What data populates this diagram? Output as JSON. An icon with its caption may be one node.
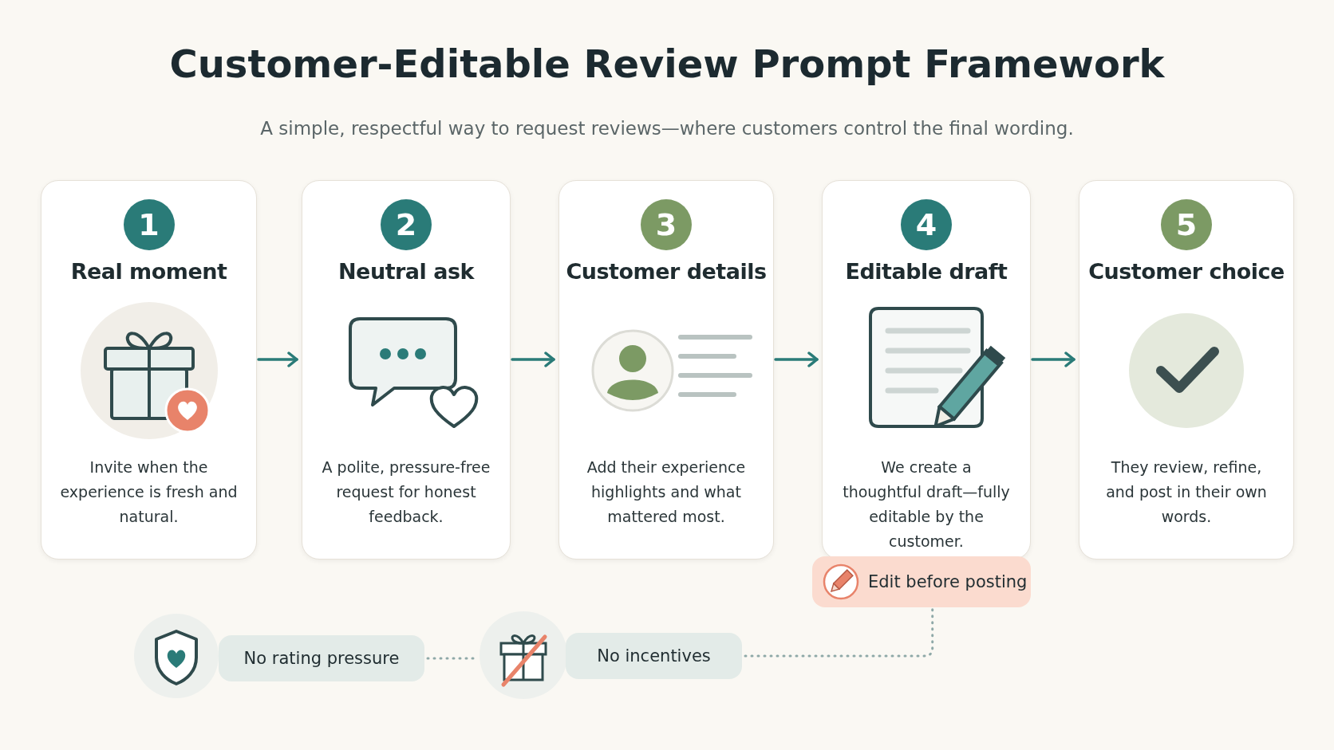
{
  "diagram": {
    "title": "Customer-Editable Review Prompt Framework",
    "caption": "A simple, respectful way to request reviews—where customers control the final wording.",
    "nodes": [
      {
        "text": [
          "1",
          "Real moment",
          "Invite when the experience is fresh and natural."
        ]
      },
      {
        "text": [
          "2",
          "Neutral ask",
          "A polite, pressure-free request for honest feedback."
        ]
      },
      {
        "text": [
          "3",
          "Customer details",
          "Add their experience highlights and what mattered most."
        ]
      },
      {
        "text": [
          "4",
          "Editable draft",
          "We create a thoughtful draft—fully editable by the customer."
        ]
      },
      {
        "text": [
          "5",
          "Customer choice",
          "They review, refine, and post in their own words."
        ]
      },
      {
        "text": [
          "Edit before posting"
        ]
      },
      {
        "text": [
          "No rating pressure"
        ]
      },
      {
        "text": [
          "No incentives"
        ]
      }
    ],
    "edges": [
      {
        "from": 0,
        "to": 1,
        "arrow": "to"
      },
      {
        "from": 1,
        "to": 2,
        "arrow": "to"
      },
      {
        "from": 2,
        "to": 3,
        "arrow": "to"
      },
      {
        "from": 3,
        "to": 4,
        "arrow": "to"
      },
      {
        "from": 6,
        "to": 7,
        "arrow": "none",
        "style": "dashed",
        "color": "#8fa9a8"
      },
      {
        "from": 7,
        "to": 5,
        "arrow": "none",
        "style": "dashed",
        "color": "#8fa9a8"
      }
    ]
  }
}
